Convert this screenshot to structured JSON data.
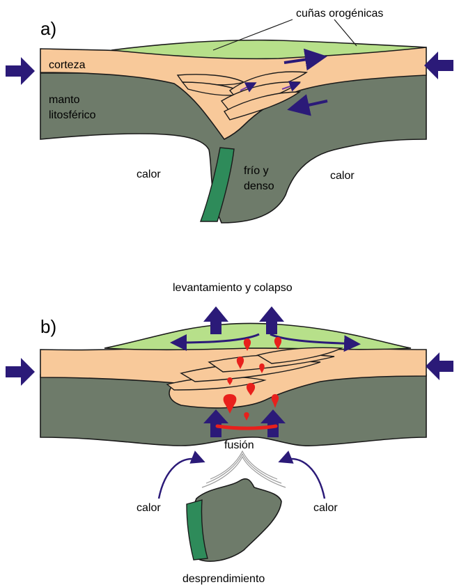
{
  "panel_a": {
    "letter": "a)",
    "labels": {
      "orogenic_wedges": "cuñas orogénicas",
      "crust": "corteza",
      "mantle_line1": "manto",
      "mantle_line2": "litosférico",
      "heat_left": "calor",
      "cold_line1": "frío y",
      "cold_line2": "denso",
      "heat_right": "calor"
    }
  },
  "panel_b": {
    "letter": "b)",
    "labels": {
      "uplift_collapse": "levantamiento y colapso",
      "melting": "fusión",
      "heat_left": "calor",
      "heat_right": "calor",
      "detachment": "desprendimiento"
    }
  },
  "colors": {
    "crust": "#f8c99a",
    "mantle": "#6e7b6a",
    "wedge": "#b7e08a",
    "slab": "#2e8b5a",
    "arrow": "#2b1a78",
    "melt": "#e8201c",
    "outline": "#1a1a1a"
  }
}
